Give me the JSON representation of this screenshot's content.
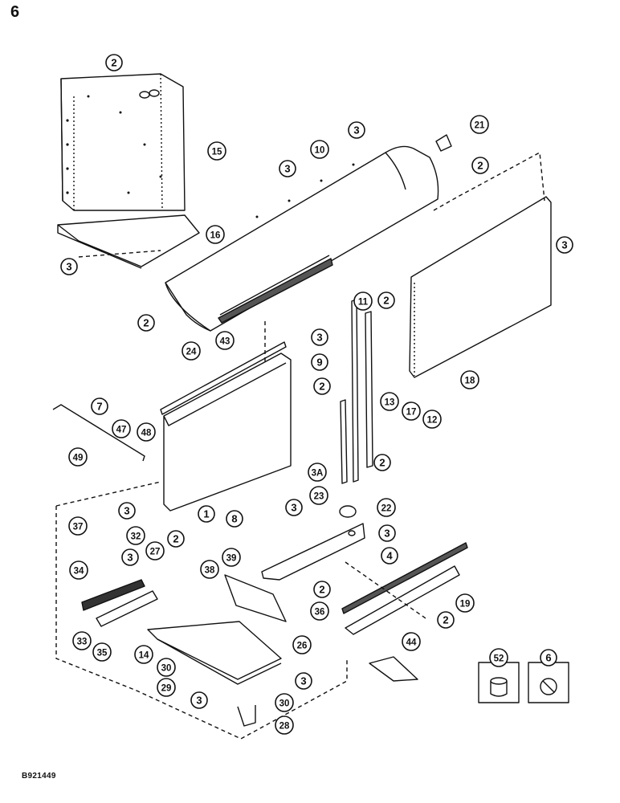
{
  "page_number": "6",
  "document_code": "B921449",
  "callouts": [
    {
      "id": "c2-top",
      "label": "2"
    },
    {
      "id": "c15",
      "label": "15"
    },
    {
      "id": "c16",
      "label": "16"
    },
    {
      "id": "c3-left",
      "label": "3"
    },
    {
      "id": "c3-topmid",
      "label": "3"
    },
    {
      "id": "c10",
      "label": "10"
    },
    {
      "id": "c3-mid",
      "label": "3"
    },
    {
      "id": "c21",
      "label": "21"
    },
    {
      "id": "c2-right",
      "label": "2"
    },
    {
      "id": "c3-right",
      "label": "3"
    },
    {
      "id": "c2-midleft",
      "label": "2"
    },
    {
      "id": "c43",
      "label": "43"
    },
    {
      "id": "c11",
      "label": "11"
    },
    {
      "id": "c2-c",
      "label": "2"
    },
    {
      "id": "c3-c",
      "label": "3"
    },
    {
      "id": "c9",
      "label": "9"
    },
    {
      "id": "c24",
      "label": "24"
    },
    {
      "id": "c2-d",
      "label": "2"
    },
    {
      "id": "c18",
      "label": "18"
    },
    {
      "id": "c7",
      "label": "7"
    },
    {
      "id": "c47",
      "label": "47"
    },
    {
      "id": "c48",
      "label": "48"
    },
    {
      "id": "c13",
      "label": "13"
    },
    {
      "id": "c17",
      "label": "17"
    },
    {
      "id": "c12",
      "label": "12"
    },
    {
      "id": "c2-e",
      "label": "2"
    },
    {
      "id": "c49",
      "label": "49"
    },
    {
      "id": "c3A",
      "label": "3A"
    },
    {
      "id": "c3-f",
      "label": "3"
    },
    {
      "id": "c8",
      "label": "8"
    },
    {
      "id": "c1",
      "label": "1"
    },
    {
      "id": "c23",
      "label": "23"
    },
    {
      "id": "c22",
      "label": "22"
    },
    {
      "id": "c3-g",
      "label": "3"
    },
    {
      "id": "c3-h",
      "label": "3"
    },
    {
      "id": "c37",
      "label": "37"
    },
    {
      "id": "c32",
      "label": "32"
    },
    {
      "id": "c2-i",
      "label": "2"
    },
    {
      "id": "c27",
      "label": "27"
    },
    {
      "id": "c3-i",
      "label": "3"
    },
    {
      "id": "c4",
      "label": "4"
    },
    {
      "id": "c34",
      "label": "34"
    },
    {
      "id": "c38",
      "label": "38"
    },
    {
      "id": "c39",
      "label": "39"
    },
    {
      "id": "c19",
      "label": "19"
    },
    {
      "id": "c2-j",
      "label": "2"
    },
    {
      "id": "c36",
      "label": "36"
    },
    {
      "id": "c2-k",
      "label": "2"
    },
    {
      "id": "c33",
      "label": "33"
    },
    {
      "id": "c35",
      "label": "35"
    },
    {
      "id": "c14",
      "label": "14"
    },
    {
      "id": "c26",
      "label": "26"
    },
    {
      "id": "c44",
      "label": "44"
    },
    {
      "id": "c52",
      "label": "52"
    },
    {
      "id": "c6",
      "label": "6"
    },
    {
      "id": "c30-a",
      "label": "30"
    },
    {
      "id": "c29",
      "label": "29"
    },
    {
      "id": "c3-k",
      "label": "3"
    },
    {
      "id": "c3-l",
      "label": "3"
    },
    {
      "id": "c30-b",
      "label": "30"
    },
    {
      "id": "c28",
      "label": "28"
    }
  ]
}
